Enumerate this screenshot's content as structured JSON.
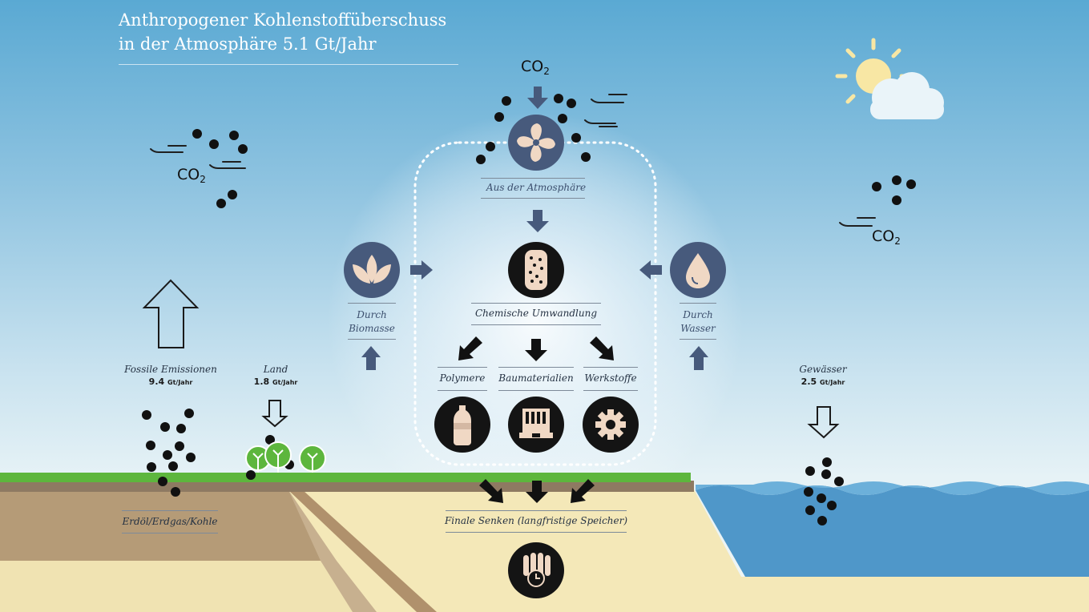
{
  "title": {
    "line1": "Anthropogener Kohlenstoffüberschuss",
    "line2": "in der Atmosphäre 5.1 Gt/Jahr"
  },
  "co2": {
    "main": "CO",
    "sub": "2"
  },
  "labels": {
    "atmosphere": "Aus der Atmosphäre",
    "biomass_1": "Durch",
    "biomass_2": "Biomasse",
    "water_1": "Durch",
    "water_2": "Wasser",
    "conversion": "Chemische Umwandlung",
    "polymers": "Polymere",
    "building": "Baumaterialien",
    "materials": "Werkstoffe",
    "final_sinks": "Finale Senken (langfristige Speicher)",
    "fossil_source": "Erdöl/Erdgas/Kohle"
  },
  "fluxes": {
    "fossil": {
      "label": "Fossile Emissionen",
      "value": "9.4",
      "unit": "Gt/Jahr"
    },
    "land": {
      "label": "Land",
      "value": "1.8",
      "unit": "Gt/Jahr"
    },
    "water": {
      "label": "Gewässer",
      "value": "2.5",
      "unit": "Gt/Jahr"
    }
  },
  "icons": {
    "fan": "fan-icon",
    "leaf": "leaf-icon",
    "drop": "water-drop-icon",
    "reactor": "reactor-icon",
    "bottle": "bottle-icon",
    "building": "building-material-icon",
    "gear": "gear-icon",
    "storage": "storage-clock-icon",
    "sun": "sun-icon",
    "cloud": "cloud-icon"
  },
  "colors": {
    "sky_top": "#5aa9d3",
    "circle_blue": "#475a7c",
    "circle_black": "#141414",
    "grass": "#5db63d",
    "soil": "#8e7a62",
    "sand": "#f4e8b8",
    "water": "#4f97c9"
  }
}
